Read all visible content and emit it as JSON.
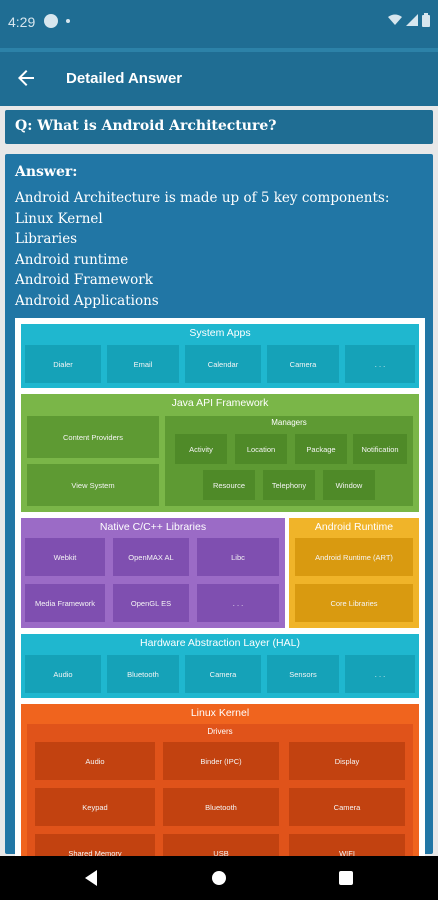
{
  "status": {
    "time": "4:29"
  },
  "appbar": {
    "title": "Detailed Answer"
  },
  "question": {
    "text": "Q: What is Android Architecture?"
  },
  "answer": {
    "label": "Answer:",
    "lines": [
      "Android Architecture is made up of 5 key components:",
      "Linux Kernel",
      "Libraries",
      "Android runtime",
      "Android Framework",
      "Android Applications"
    ]
  },
  "diagram": {
    "system_apps": {
      "title": "System Apps",
      "items": [
        "Dialer",
        "Email",
        "Calendar",
        "Camera",
        ". . ."
      ]
    },
    "java_api": {
      "title": "Java API Framework",
      "left_items": [
        "Content Providers",
        "View System"
      ],
      "managers_title": "Managers",
      "managers": [
        "Activity",
        "Location",
        "Package",
        "Notification",
        "Resource",
        "Telephony",
        "Window"
      ]
    },
    "native_libs": {
      "title": "Native C/C++ Libraries",
      "items": [
        "Webkit",
        "OpenMAX AL",
        "Libc",
        "Media Framework",
        "OpenGL ES",
        ". . ."
      ]
    },
    "android_runtime": {
      "title": "Android Runtime",
      "items": [
        "Android Runtime (ART)",
        "Core Libraries"
      ]
    },
    "hal": {
      "title": "Hardware Abstraction Layer (HAL)",
      "items": [
        "Audio",
        "Bluetooth",
        "Camera",
        "Sensors",
        ". . ."
      ]
    },
    "kernel": {
      "title": "Linux Kernel",
      "drivers_title": "Drivers",
      "items": [
        "Audio",
        "Binder (IPC)",
        "Display",
        "Keypad",
        "Bluetooth",
        "Camera",
        "Shared Memory",
        "USB",
        "WIFI"
      ]
    }
  },
  "colors": {
    "primary": "#1f6d93",
    "answer_bg": "#2176a5",
    "system_apps": "#1fb7cf",
    "java_api": "#7ab648",
    "native_libs": "#9b6bc6",
    "runtime": "#f0b429",
    "hal": "#1fb7cf",
    "kernel": "#f0641e"
  }
}
